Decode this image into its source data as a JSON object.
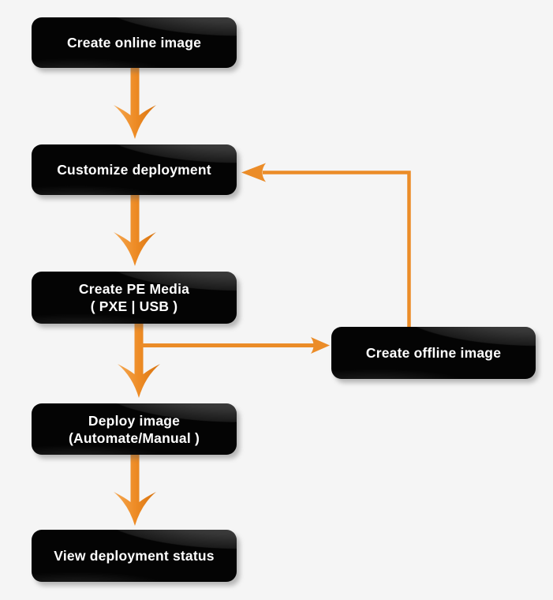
{
  "diagram": {
    "name": "deployment-workflow-flowchart",
    "nodes": [
      {
        "id": "create-online-image",
        "line1": "Create online image"
      },
      {
        "id": "customize-deployment",
        "line1": "Customize deployment"
      },
      {
        "id": "create-pe-media",
        "line1": "Create PE Media",
        "line2": "( PXE | USB )"
      },
      {
        "id": "deploy-image",
        "line1": "Deploy image",
        "line2": "(Automate/Manual )"
      },
      {
        "id": "view-deployment-status",
        "line1": "View deployment status"
      },
      {
        "id": "create-offline-image",
        "line1": "Create offline image"
      }
    ],
    "edges": [
      {
        "from": "create-online-image",
        "to": "customize-deployment"
      },
      {
        "from": "customize-deployment",
        "to": "create-pe-media"
      },
      {
        "from": "create-pe-media",
        "to": "deploy-image"
      },
      {
        "from": "create-pe-media",
        "to": "create-offline-image"
      },
      {
        "from": "create-offline-image",
        "to": "customize-deployment"
      },
      {
        "from": "deploy-image",
        "to": "view-deployment-status"
      }
    ],
    "colors": {
      "background": "#f5f5f5",
      "node_fill": "#040404",
      "node_text": "#ffffff",
      "arrow": "#eb8c28",
      "arrow_gradient_light": "#f4a853",
      "arrow_gradient_mid": "#ee8c26",
      "arrow_gradient_dark": "#d87410"
    }
  }
}
